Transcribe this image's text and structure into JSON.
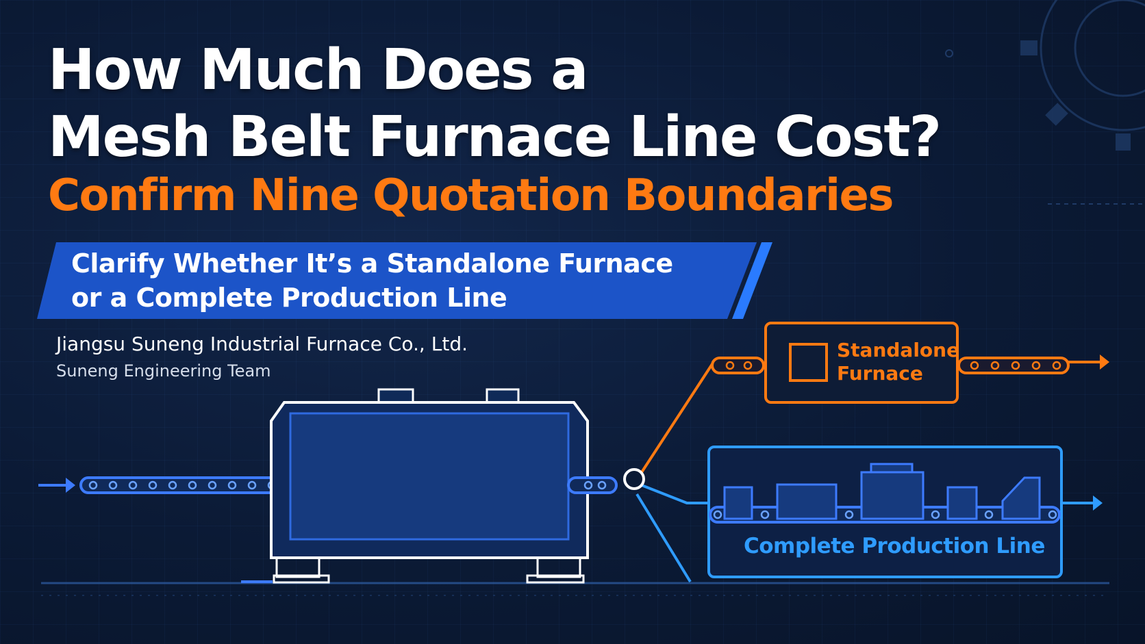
{
  "title": {
    "line1": "How Much Does a",
    "line2": "Mesh Belt Furnace Line Cost?"
  },
  "subtitle": "Confirm Nine Quotation Boundaries",
  "banner": {
    "line1": "Clarify Whether It’s a Standalone Furnace",
    "line2": "or a Complete Production Line"
  },
  "company": "Jiangsu Suneng Industrial Furnace Co., Ltd.",
  "team": "Suneng Engineering Team",
  "diagram": {
    "standalone_label_line1": "Standalone",
    "standalone_label_line2": "Furnace",
    "complete_line_label": "Complete Production Line"
  },
  "colors": {
    "background": "#0b1a35",
    "title": "#ffffff",
    "accent_orange": "#ff7a12",
    "accent_blue": "#2f9cff",
    "banner_blue": "#1c54c8"
  }
}
